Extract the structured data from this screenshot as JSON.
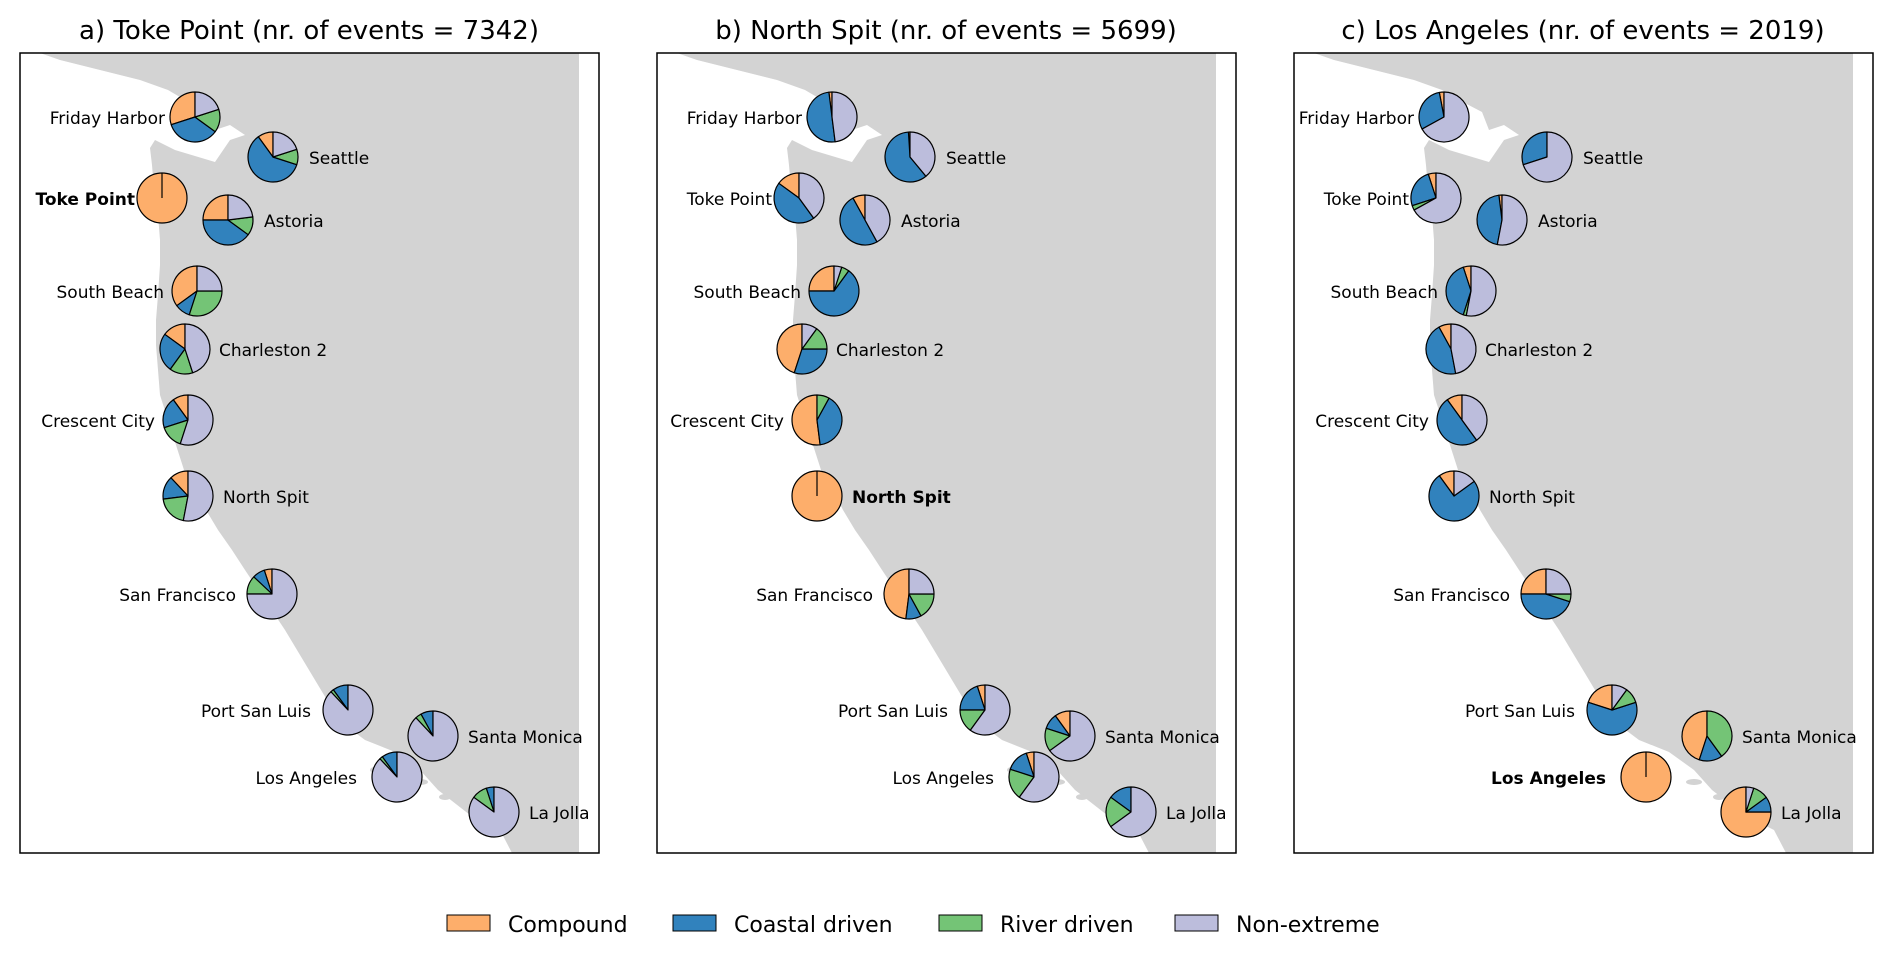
{
  "colors": {
    "compound": "#fdae6b",
    "coastal": "#3182bd",
    "river": "#74c476",
    "nonextreme": "#bcbddc",
    "land": "#d3d3d3",
    "sea": "#ffffff"
  },
  "legend": [
    {
      "key": "compound",
      "label": "Compound"
    },
    {
      "key": "coastal",
      "label": "Coastal driven"
    },
    {
      "key": "river",
      "label": "River driven"
    },
    {
      "key": "nonextreme",
      "label": "Non-extreme"
    }
  ],
  "chart_data": [
    {
      "type": "pie",
      "title": "a) Toke Point (nr. of events = 7342)",
      "reference_station": "Toke Point",
      "stations": [
        {
          "name": "Friday Harbor",
          "values": [
            30,
            35,
            15,
            20
          ]
        },
        {
          "name": "Seattle",
          "values": [
            10,
            60,
            10,
            20
          ]
        },
        {
          "name": "Toke Point",
          "values": [
            100,
            0,
            0,
            0
          ]
        },
        {
          "name": "Astoria",
          "values": [
            25,
            40,
            12,
            23
          ]
        },
        {
          "name": "South Beach",
          "values": [
            35,
            10,
            30,
            25
          ]
        },
        {
          "name": "Charleston 2",
          "values": [
            15,
            25,
            15,
            45
          ]
        },
        {
          "name": "Crescent City",
          "values": [
            10,
            20,
            15,
            55
          ]
        },
        {
          "name": "North Spit",
          "values": [
            12,
            15,
            20,
            53
          ]
        },
        {
          "name": "San Francisco",
          "values": [
            5,
            8,
            12,
            75
          ]
        },
        {
          "name": "Port  San Luis",
          "values": [
            0,
            10,
            2,
            88
          ]
        },
        {
          "name": "Santa Monica",
          "values": [
            0,
            8,
            4,
            88
          ]
        },
        {
          "name": "Los Angeles",
          "values": [
            0,
            10,
            2,
            88
          ]
        },
        {
          "name": "La Jolla",
          "values": [
            0,
            5,
            10,
            85
          ]
        }
      ]
    },
    {
      "type": "pie",
      "title": "b) North Spit (nr. of events = 5699)",
      "reference_station": "North Spit",
      "stations": [
        {
          "name": "Friday Harbor",
          "values": [
            2,
            50,
            0,
            48
          ]
        },
        {
          "name": "Seattle",
          "values": [
            1,
            60,
            0,
            39
          ]
        },
        {
          "name": "Toke Point",
          "values": [
            15,
            45,
            0,
            40
          ]
        },
        {
          "name": "Astoria",
          "values": [
            8,
            50,
            0,
            42
          ]
        },
        {
          "name": "South Beach",
          "values": [
            25,
            65,
            5,
            5
          ]
        },
        {
          "name": "Charleston 2",
          "values": [
            45,
            30,
            15,
            10
          ]
        },
        {
          "name": "Crescent City",
          "values": [
            52,
            40,
            8,
            0
          ]
        },
        {
          "name": "North Spit",
          "values": [
            100,
            0,
            0,
            0
          ]
        },
        {
          "name": "San Francisco",
          "values": [
            48,
            10,
            17,
            25
          ]
        },
        {
          "name": "Port  San Luis",
          "values": [
            5,
            20,
            15,
            60
          ]
        },
        {
          "name": "Santa Monica",
          "values": [
            10,
            10,
            15,
            65
          ]
        },
        {
          "name": "Los Angeles",
          "values": [
            5,
            15,
            20,
            60
          ]
        },
        {
          "name": "La Jolla",
          "values": [
            0,
            15,
            20,
            65
          ]
        }
      ]
    },
    {
      "type": "pie",
      "title": "c) Los Angeles (nr. of events = 2019)",
      "reference_station": "Los Angeles",
      "stations": [
        {
          "name": "Friday Harbor",
          "values": [
            3,
            30,
            0,
            67
          ]
        },
        {
          "name": "Seattle",
          "values": [
            0,
            30,
            0,
            70
          ]
        },
        {
          "name": "Toke Point",
          "values": [
            5,
            25,
            3,
            67
          ]
        },
        {
          "name": "Astoria",
          "values": [
            2,
            45,
            0,
            53
          ]
        },
        {
          "name": "South Beach",
          "values": [
            5,
            40,
            2,
            53
          ]
        },
        {
          "name": "Charleston 2",
          "values": [
            8,
            45,
            0,
            47
          ]
        },
        {
          "name": "Crescent City",
          "values": [
            10,
            50,
            0,
            40
          ]
        },
        {
          "name": "North Spit",
          "values": [
            10,
            75,
            0,
            15
          ]
        },
        {
          "name": "San Francisco",
          "values": [
            25,
            45,
            5,
            25
          ]
        },
        {
          "name": "Port  San Luis",
          "values": [
            20,
            60,
            10,
            10
          ]
        },
        {
          "name": "Santa Monica",
          "values": [
            45,
            15,
            40,
            0
          ]
        },
        {
          "name": "Los Angeles",
          "values": [
            100,
            0,
            0,
            0
          ]
        },
        {
          "name": "La Jolla",
          "values": [
            75,
            10,
            10,
            5
          ]
        }
      ]
    }
  ]
}
